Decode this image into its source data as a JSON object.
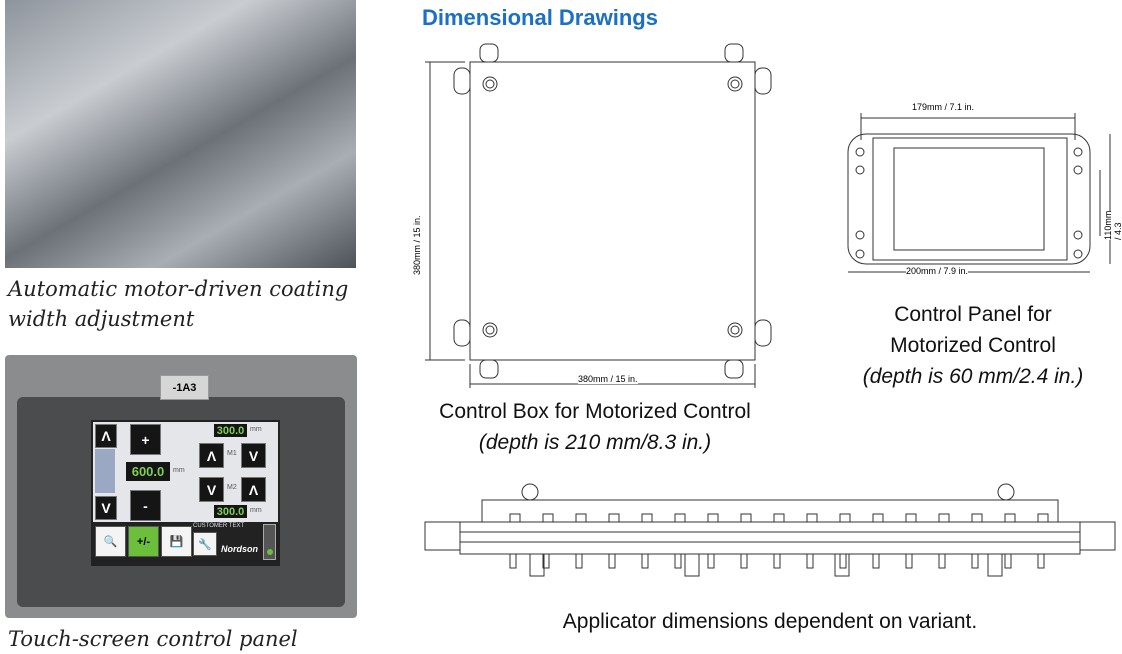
{
  "photo_caption_1": [
    "Automatic motor-driven coating",
    "width adjustment"
  ],
  "photo_caption_2": "Touch-screen control panel",
  "touch_panel": {
    "tag": "-1A3",
    "up": "Λ",
    "down": "V",
    "plus": "+",
    "minus": "-",
    "total_value": "600.0",
    "unit": "mm",
    "m1_value": "300.0",
    "m2_value": "300.0",
    "m1_label": "M1",
    "m2_label": "M2",
    "plusminus": "+/-",
    "customer_text": "CUSTOMER TEXT",
    "brand": "Nordson"
  },
  "section_title": "Dimensional Drawings",
  "control_box": {
    "width_label": "380mm / 15 in.",
    "height_label": "380mm / 15 in.",
    "caption": "Control Box for Motorized Control",
    "depth": "(depth is 210 mm/8.3 in.)"
  },
  "control_panel": {
    "top_label": "179mm / 7.1 in.",
    "bottom_label": "200mm / 7.9 in.",
    "side_label": "110mm / 4.3 in.",
    "caption": [
      "Control Panel for",
      "Motorized Control"
    ],
    "depth": "(depth is 60 mm/2.4 in.)"
  },
  "applicator": {
    "caption": "Applicator dimensions dependent on variant."
  },
  "colors": {
    "title": "#1b6fc6",
    "green": "#7ed050",
    "btn_green": "#6cbf3a"
  }
}
